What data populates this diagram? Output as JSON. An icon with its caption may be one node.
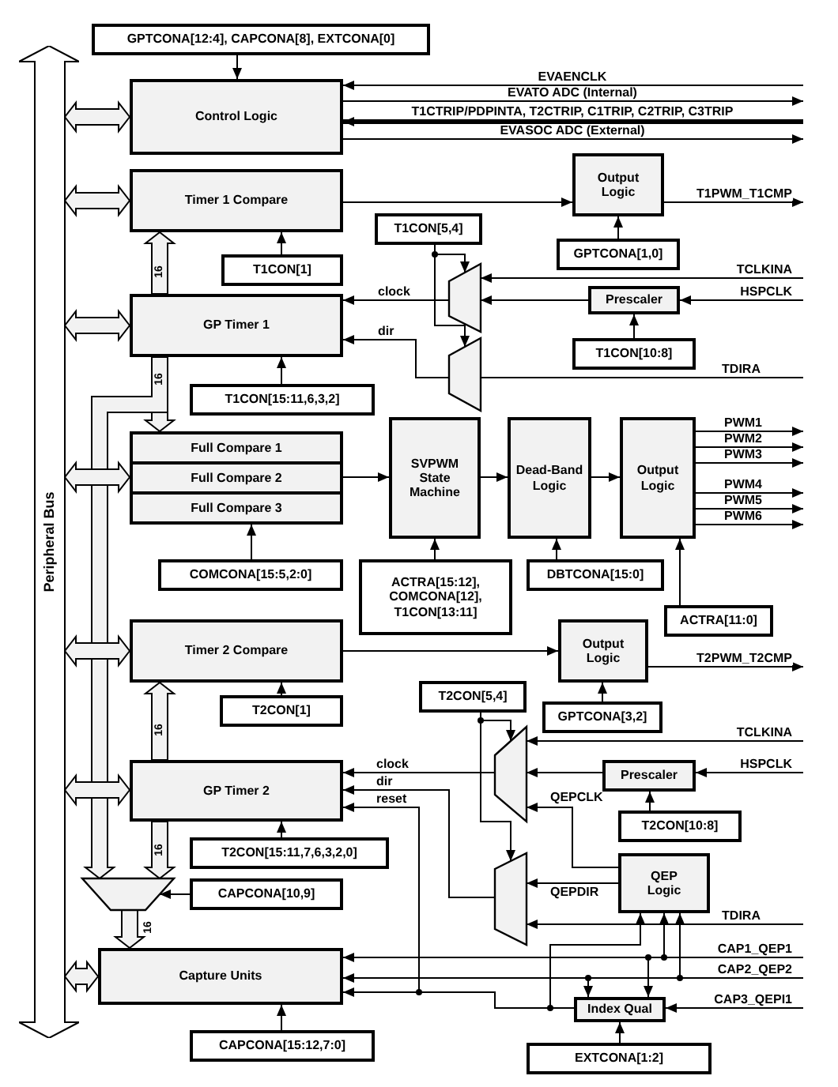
{
  "diagram": {
    "nodes": [
      {
        "text": [
          "Peripheral Bus"
        ]
      },
      {
        "text": [
          "GPTCONA[12:4], CAPCONA[8], EXTCONA[0]"
        ]
      },
      {
        "text": [
          "Control Logic"
        ]
      },
      {
        "text": [
          "Timer 1 Compare"
        ]
      },
      {
        "text": [
          "Output Logic"
        ]
      },
      {
        "text": [
          "GPTCONA[1,0]"
        ]
      },
      {
        "text": [
          "T1CON[1]"
        ]
      },
      {
        "text": [
          "T1CON[5,4]"
        ]
      },
      {
        "text": [],
        "shape": "trapezoid"
      },
      {
        "text": [],
        "shape": "trapezoid"
      },
      {
        "text": [
          "Prescaler"
        ]
      },
      {
        "text": [
          "T1CON[10:8]"
        ]
      },
      {
        "text": [
          "GP Timer 1"
        ]
      },
      {
        "text": [
          "T1CON[15:11,6,3,2]"
        ]
      },
      {
        "text": [
          "Full Compare 1"
        ]
      },
      {
        "text": [
          "Full Compare 2"
        ]
      },
      {
        "text": [
          "Full Compare 3"
        ]
      },
      {
        "text": [
          "SVPWM State Machine"
        ]
      },
      {
        "text": [
          "Dead-Band Logic"
        ]
      },
      {
        "text": [
          "Output Logic"
        ]
      },
      {
        "text": [
          "COMCONA[15:5,2:0]"
        ]
      },
      {
        "text": [
          "ACTRA[15:12], COMCONA[12], T1CON[13:11]"
        ]
      },
      {
        "text": [
          "DBTCONA[15:0]"
        ]
      },
      {
        "text": [
          "ACTRA[11:0]"
        ]
      },
      {
        "text": [
          "Timer 2 Compare"
        ]
      },
      {
        "text": [
          "Output Logic"
        ]
      },
      {
        "text": [
          "T2CON[1]"
        ]
      },
      {
        "text": [
          "GPTCONA[3,2]"
        ]
      },
      {
        "text": [
          "T2CON[5,4]"
        ]
      },
      {
        "text": [],
        "shape": "trapezoid"
      },
      {
        "text": [
          "Prescaler"
        ]
      },
      {
        "text": [
          "T2CON[10:8]"
        ]
      },
      {
        "text": [
          "GP Timer 2"
        ]
      },
      {
        "text": [
          "T2CON[15:11,7,6,3,2,0]"
        ]
      },
      {
        "text": [
          "QEP Logic"
        ]
      },
      {
        "text": [],
        "shape": "trapezoid"
      },
      {
        "text": [],
        "shape": "trapezoid"
      },
      {
        "text": [
          "CAPCONA[10,9]"
        ]
      },
      {
        "text": [
          "Capture Units"
        ]
      },
      {
        "text": [
          "Index Qual"
        ]
      },
      {
        "text": [
          "CAPCONA[15:12,7:0]"
        ]
      },
      {
        "text": [
          "EXTCONA[1:2]"
        ]
      }
    ],
    "edges": [
      {
        "from": 0,
        "to": 2,
        "arrow": "both",
        "style": "thick"
      },
      {
        "from": 0,
        "to": 3,
        "arrow": "both",
        "style": "thick"
      },
      {
        "from": 0,
        "to": 12,
        "arrow": "both",
        "style": "thick"
      },
      {
        "from": 0,
        "to": 15,
        "arrow": "both",
        "style": "thick"
      },
      {
        "from": 0,
        "to": 24,
        "arrow": "both",
        "style": "thick"
      },
      {
        "from": 0,
        "to": 32,
        "arrow": "both",
        "style": "thick"
      },
      {
        "from": 0,
        "to": 38,
        "arrow": "both",
        "style": "thick"
      },
      {
        "from": 1,
        "to": 2,
        "arrow": "to"
      },
      {
        "from": null,
        "to": 2,
        "arrow": "to",
        "label": "EVAENCLK"
      },
      {
        "from": 2,
        "to": null,
        "arrow": "to",
        "label": "EVATO ADC (Internal)"
      },
      {
        "from": null,
        "to": 2,
        "arrow": "to",
        "label": "T1CTRIP/PDPINTA, T2CTRIP, C1TRIP, C2TRIP, C3TRIP",
        "style": "thick"
      },
      {
        "from": 2,
        "to": null,
        "arrow": "to",
        "label": "EVASOC ADC (External)"
      },
      {
        "from": 3,
        "to": 4,
        "arrow": "to"
      },
      {
        "from": 4,
        "to": null,
        "arrow": "to",
        "label": "T1PWM_T1CMP"
      },
      {
        "from": 5,
        "to": 4,
        "arrow": "to"
      },
      {
        "from": 6,
        "to": 3,
        "arrow": "to"
      },
      {
        "from": 12,
        "to": 3,
        "arrow": "to",
        "label": "16",
        "style": "thick"
      },
      {
        "from": 7,
        "to": 8,
        "arrow": "to"
      },
      {
        "from": 7,
        "to": 9,
        "arrow": "to"
      },
      {
        "from": null,
        "to": 8,
        "arrow": "to",
        "label": "TCLKINA"
      },
      {
        "from": 10,
        "to": 8,
        "arrow": "to"
      },
      {
        "from": null,
        "to": 10,
        "arrow": "to",
        "label": "HSPCLK"
      },
      {
        "from": 11,
        "to": 10,
        "arrow": "to"
      },
      {
        "from": 8,
        "to": 12,
        "arrow": "to",
        "label": "clock"
      },
      {
        "from": 9,
        "to": 12,
        "arrow": "to",
        "label": "dir"
      },
      {
        "from": null,
        "to": 9,
        "arrow": "none",
        "label": "TDIRA"
      },
      {
        "from": 13,
        "to": 12,
        "arrow": "to"
      },
      {
        "from": 12,
        "to": 14,
        "arrow": "to",
        "label": "16",
        "style": "thick"
      },
      {
        "from": 12,
        "to": 36,
        "arrow": "to",
        "style": "thick"
      },
      {
        "from": 15,
        "to": 17,
        "arrow": "to"
      },
      {
        "from": 17,
        "to": 18,
        "arrow": "to"
      },
      {
        "from": 18,
        "to": 19,
        "arrow": "to"
      },
      {
        "from": 19,
        "to": null,
        "arrow": "to",
        "label": "PWM1"
      },
      {
        "from": 19,
        "to": null,
        "arrow": "to",
        "label": "PWM2"
      },
      {
        "from": 19,
        "to": null,
        "arrow": "to",
        "label": "PWM3"
      },
      {
        "from": 19,
        "to": null,
        "arrow": "to",
        "label": "PWM4"
      },
      {
        "from": 19,
        "to": null,
        "arrow": "to",
        "label": "PWM5"
      },
      {
        "from": 19,
        "to": null,
        "arrow": "to",
        "label": "PWM6"
      },
      {
        "from": 20,
        "to": 16,
        "arrow": "to"
      },
      {
        "from": 21,
        "to": 17,
        "arrow": "to"
      },
      {
        "from": 22,
        "to": 18,
        "arrow": "to"
      },
      {
        "from": 23,
        "to": 19,
        "arrow": "to"
      },
      {
        "from": 24,
        "to": 25,
        "arrow": "to"
      },
      {
        "from": 25,
        "to": null,
        "arrow": "to",
        "label": "T2PWM_T2CMP"
      },
      {
        "from": 27,
        "to": 25,
        "arrow": "to"
      },
      {
        "from": 26,
        "to": 24,
        "arrow": "to"
      },
      {
        "from": 32,
        "to": 24,
        "arrow": "to",
        "label": "16",
        "style": "thick"
      },
      {
        "from": 28,
        "to": 29,
        "arrow": "to"
      },
      {
        "from": 28,
        "to": 35,
        "arrow": "to"
      },
      {
        "from": null,
        "to": 29,
        "arrow": "to",
        "label": "TCLKINA"
      },
      {
        "from": 30,
        "to": 29,
        "arrow": "to"
      },
      {
        "from": null,
        "to": 30,
        "arrow": "to",
        "label": "HSPCLK"
      },
      {
        "from": 31,
        "to": 30,
        "arrow": "to"
      },
      {
        "from": 34,
        "to": 29,
        "arrow": "to",
        "label": "QEPCLK"
      },
      {
        "from": 29,
        "to": 32,
        "arrow": "to",
        "label": "clock"
      },
      {
        "from": 35,
        "to": 32,
        "arrow": "to",
        "label": "dir"
      },
      {
        "from": 34,
        "to": 35,
        "arrow": "to",
        "label": "QEPDIR"
      },
      {
        "from": null,
        "to": 35,
        "arrow": "to",
        "label": "TDIRA"
      },
      {
        "from": 39,
        "to": 32,
        "arrow": "to",
        "label": "reset"
      },
      {
        "from": 39,
        "to": 38,
        "arrow": "to"
      },
      {
        "from": 39,
        "to": 34,
        "arrow": "to"
      },
      {
        "from": null,
        "to": 38,
        "arrow": "to",
        "label": "CAP1_QEP1"
      },
      {
        "from": null,
        "to": 39,
        "arrow": "to"
      },
      {
        "from": null,
        "to": 34,
        "arrow": "to"
      },
      {
        "from": null,
        "to": 38,
        "arrow": "to",
        "label": "CAP2_QEP2"
      },
      {
        "from": null,
        "to": 39,
        "arrow": "to"
      },
      {
        "from": null,
        "to": 34,
        "arrow": "to"
      },
      {
        "from": null,
        "to": 39,
        "arrow": "to",
        "label": "CAP3_QEPI1"
      },
      {
        "from": 41,
        "to": 39,
        "arrow": "to"
      },
      {
        "from": 40,
        "to": 38,
        "arrow": "to"
      },
      {
        "from": 33,
        "to": 32,
        "arrow": "to"
      },
      {
        "from": 37,
        "to": 36,
        "arrow": "to"
      },
      {
        "from": 32,
        "to": 36,
        "arrow": "to",
        "label": "16",
        "style": "thick"
      },
      {
        "from": 36,
        "to": 38,
        "arrow": "to",
        "label": "16",
        "style": "thick"
      }
    ]
  }
}
